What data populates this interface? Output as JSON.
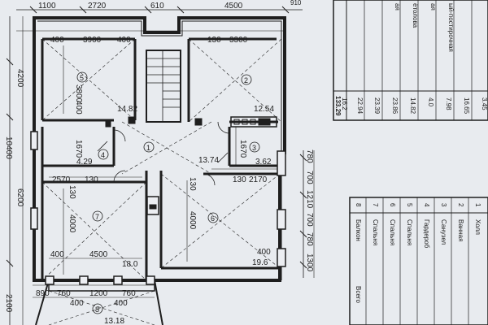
{
  "plan": {
    "dims_top": [
      "1100",
      "2720",
      "610",
      "4500",
      "910"
    ],
    "dims_inner_top": [
      "400",
      "3900",
      "400",
      "130",
      "3300"
    ],
    "dims_left": [
      "4200",
      "10400",
      "6200",
      "2100"
    ],
    "dims_room5": [
      "3800",
      "400"
    ],
    "dims_room4": [
      "1670"
    ],
    "dims_room3": [
      "1670"
    ],
    "dims_mid_row": [
      "2570",
      "130",
      "130",
      "2170"
    ],
    "dims_room7": [
      "130",
      "4000"
    ],
    "dims_room6": [
      "130",
      "4000"
    ],
    "dims_bottom": [
      "400",
      "4500",
      "400"
    ],
    "dims_right": [
      "780",
      "700",
      "1210",
      "700",
      "780",
      "1300"
    ],
    "dims_porch": [
      "890",
      "760",
      "1200",
      "760",
      "400",
      "400"
    ],
    "areas": {
      "room2": "12.54",
      "room3": "3.62",
      "room4": "4.29",
      "room5": "14.82",
      "hall": "13.74",
      "room7": "18.0",
      "room6": "19.6",
      "porch": "13.18"
    },
    "room_numbers": [
      "1",
      "2",
      "3",
      "4",
      "5",
      "6",
      "7",
      "8"
    ]
  },
  "explication_top": {
    "areas": [
      "3.45",
      "16.65",
      "7.98",
      "4.0",
      "14.82",
      "23.86",
      "23.39",
      "22.94",
      "16.2",
      "133.29"
    ],
    "notes": [
      "ый-постирочная",
      "ая",
      "ётолова",
      "ая"
    ]
  },
  "explication_bottom": {
    "rows": [
      {
        "num": "1",
        "name": "Холл"
      },
      {
        "num": "2",
        "name": "Ванная"
      },
      {
        "num": "3",
        "name": "Санузел"
      },
      {
        "num": "4",
        "name": "Гардероб"
      },
      {
        "num": "5",
        "name": "Спальня"
      },
      {
        "num": "6",
        "name": "Спальня"
      },
      {
        "num": "7",
        "name": "Спальня"
      },
      {
        "num": "8",
        "name": "Балкон"
      }
    ],
    "total_label": "Всего"
  },
  "colors": {
    "paper": "#eceef2",
    "ink": "#1e1e1e"
  }
}
